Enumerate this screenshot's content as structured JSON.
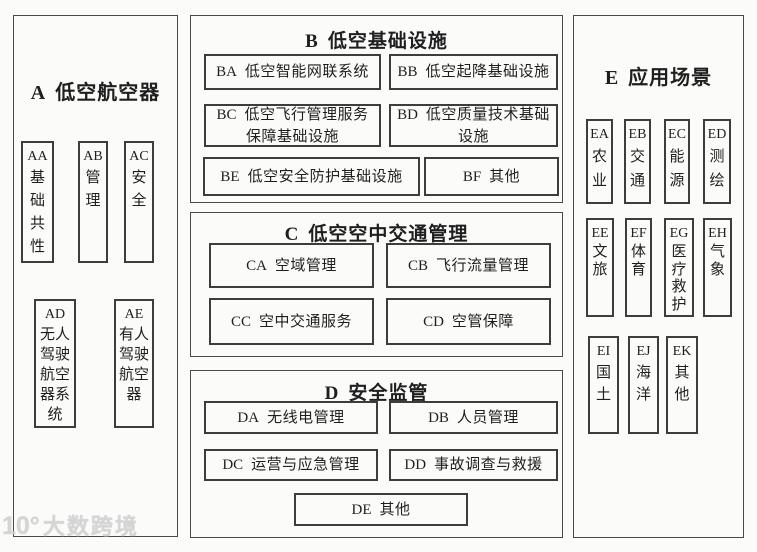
{
  "watermark": {
    "logo": "10°",
    "text": "大数跨境"
  },
  "panel_a": {
    "code": "A",
    "title": "低空航空器",
    "row1": [
      {
        "code": "AA",
        "label": "基础共性"
      },
      {
        "code": "AB",
        "label": "管理"
      },
      {
        "code": "AC",
        "label": "安全"
      }
    ],
    "row2": [
      {
        "code": "AD",
        "label": "无人驾驶航空器系统"
      },
      {
        "code": "AE",
        "label": "有人驾驶航空器"
      }
    ]
  },
  "panel_b": {
    "code": "B",
    "title": "低空基础设施",
    "items": [
      {
        "code": "BA",
        "label": "低空智能网联系统"
      },
      {
        "code": "BB",
        "label": "低空起降基础设施"
      },
      {
        "code": "BC",
        "label": "低空飞行管理服务\n保障基础设施"
      },
      {
        "code": "BD",
        "label": "低空质量技术基础\n设施"
      },
      {
        "code": "BE",
        "label": "低空安全防护基础设施"
      },
      {
        "code": "BF",
        "label": "其他"
      }
    ]
  },
  "panel_c": {
    "code": "C",
    "title": "低空空中交通管理",
    "items": [
      {
        "code": "CA",
        "label": "空域管理"
      },
      {
        "code": "CB",
        "label": "飞行流量管理"
      },
      {
        "code": "CC",
        "label": "空中交通服务"
      },
      {
        "code": "CD",
        "label": "空管保障"
      }
    ]
  },
  "panel_d": {
    "code": "D",
    "title": "安全监管",
    "items": [
      {
        "code": "DA",
        "label": "无线电管理"
      },
      {
        "code": "DB",
        "label": "人员管理"
      },
      {
        "code": "DC",
        "label": "运营与应急管理"
      },
      {
        "code": "DD",
        "label": "事故调查与救援"
      },
      {
        "code": "DE",
        "label": "其他"
      }
    ]
  },
  "panel_e": {
    "code": "E",
    "title": "应用场景",
    "row1": [
      {
        "code": "EA",
        "label": "农业"
      },
      {
        "code": "EB",
        "label": "交通"
      },
      {
        "code": "EC",
        "label": "能源"
      },
      {
        "code": "ED",
        "label": "测绘"
      }
    ],
    "row2": [
      {
        "code": "EE",
        "label": "文旅"
      },
      {
        "code": "EF",
        "label": "体育"
      },
      {
        "code": "EG",
        "label": "医疗救护"
      },
      {
        "code": "EH",
        "label": "气象"
      }
    ],
    "row3": [
      {
        "code": "EI",
        "label": "国土"
      },
      {
        "code": "EJ",
        "label": "海洋"
      },
      {
        "code": "EK",
        "label": "其他"
      }
    ]
  },
  "colors": {
    "panel_border": "#4a4a4a",
    "box_border": "#3d3d3d",
    "text": "#1f1f1f",
    "background": "#fbfbfa",
    "watermark": "#d4d4d4"
  }
}
